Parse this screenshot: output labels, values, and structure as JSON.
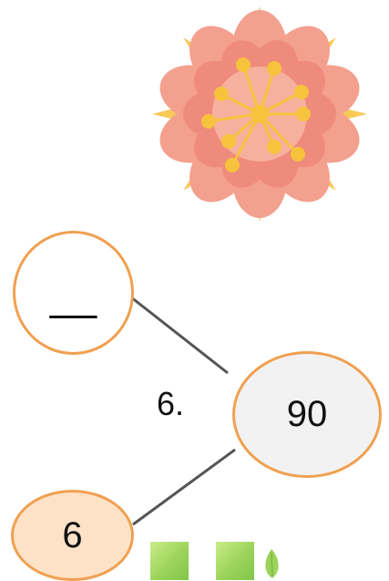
{
  "diagram": {
    "nodes": {
      "top": {
        "value": "__"
      },
      "right": {
        "value": "90"
      },
      "bottom": {
        "value": "6"
      }
    },
    "step_label": "6."
  },
  "colors": {
    "node_border": "#f0a050",
    "right_fill": "#f2f2f2",
    "bottom_fill": "#fde2c8",
    "connector": "#555555",
    "flower_petal": "#f4a08f",
    "flower_center": "#f7c23c",
    "tile_green": "#9cd35a"
  },
  "icons": [
    "flower-icon",
    "leaf-icon"
  ]
}
